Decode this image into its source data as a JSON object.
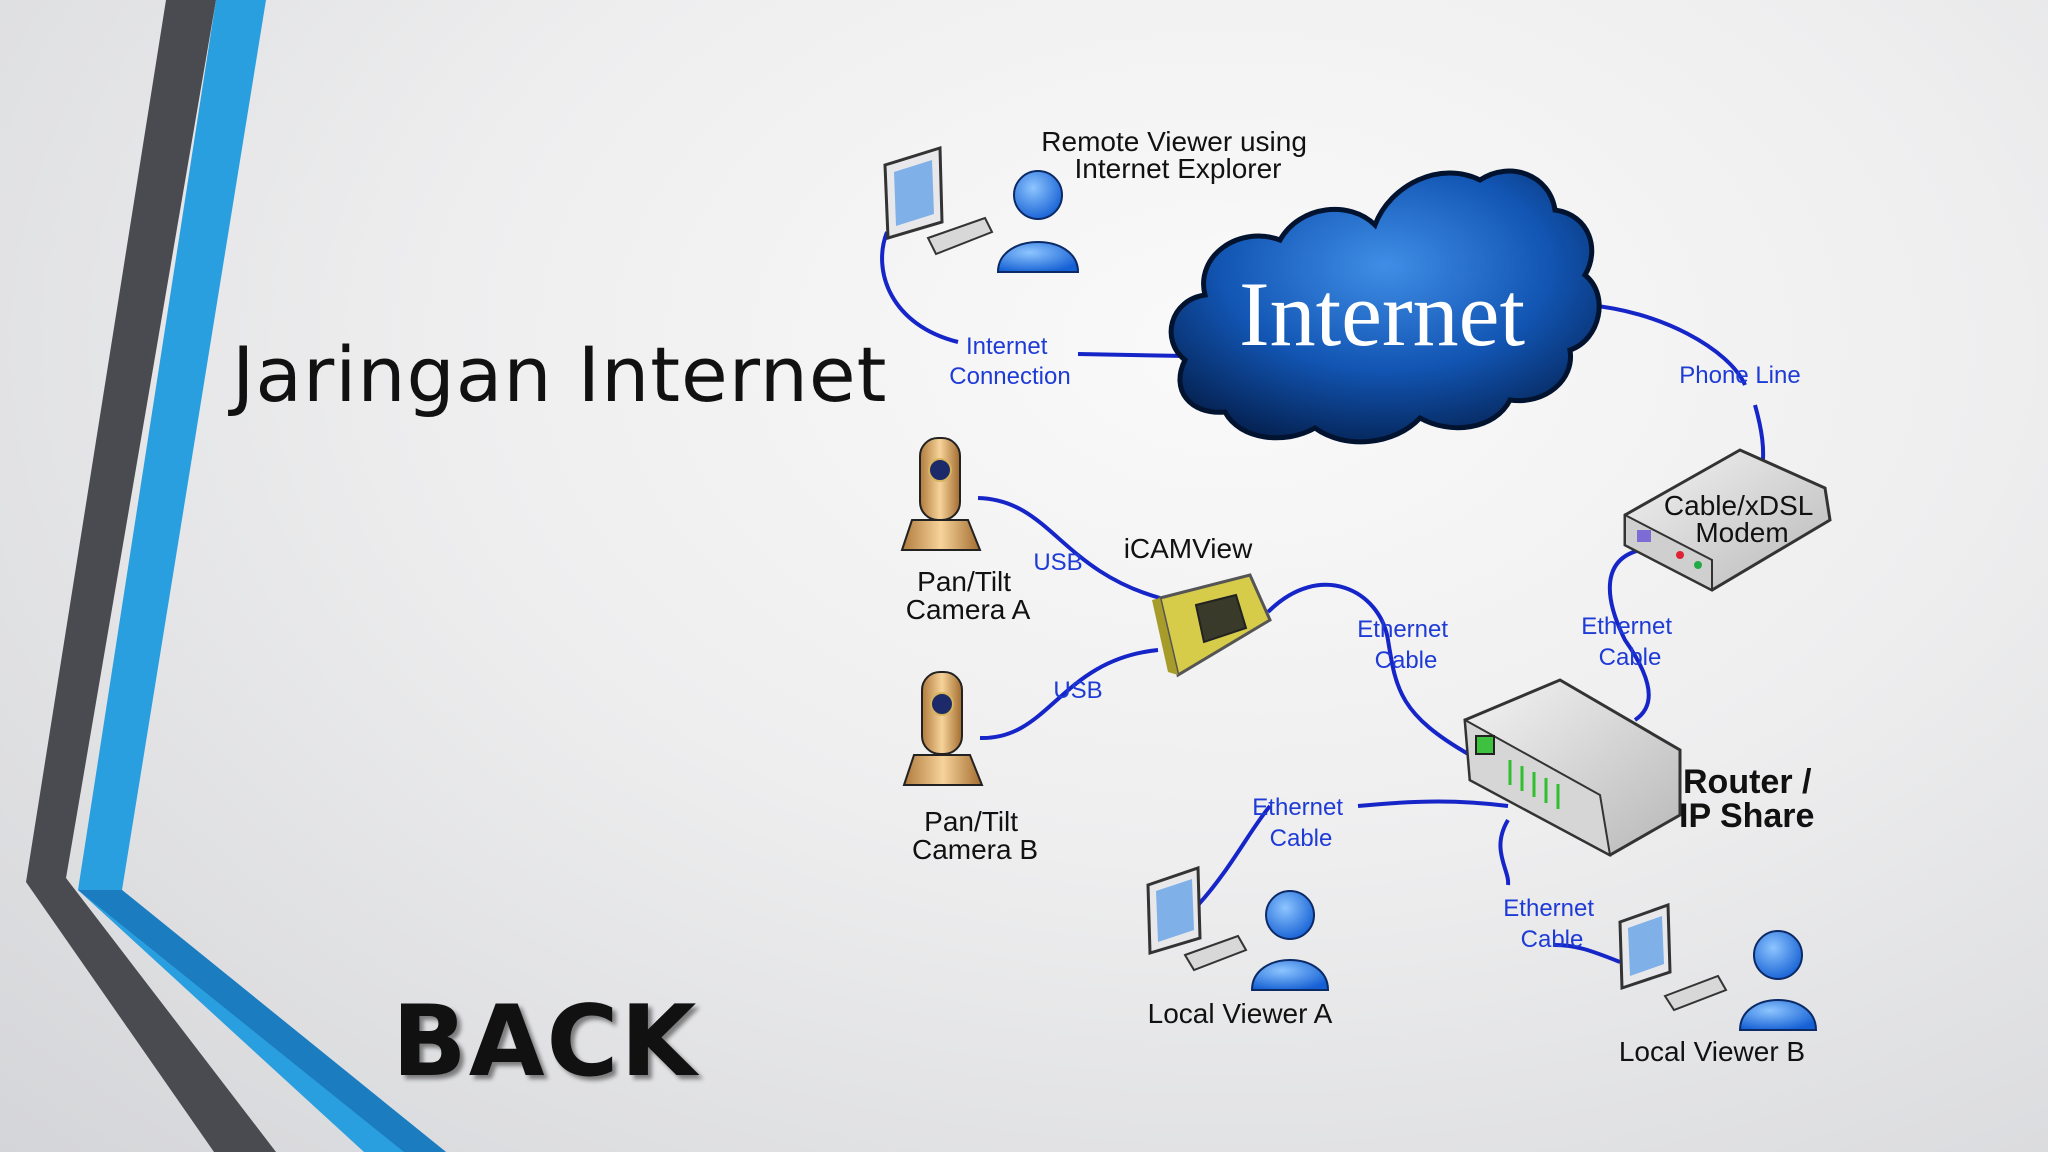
{
  "slide": {
    "title": "Jaringan Internet",
    "back_label": "BACK"
  },
  "diagram": {
    "cloud_label": "Internet",
    "remote_viewer": [
      "Remote Viewer using",
      "Internet Explorer"
    ],
    "internet_connection": [
      "Internet",
      "Connection"
    ],
    "phone_line": "Phone Line",
    "modem": [
      "Cable/xDSL",
      "Modem"
    ],
    "icamview": "iCAMView",
    "usb_a": "USB",
    "usb_b": "USB",
    "camera_a": [
      "Pan/Tilt",
      "Camera A"
    ],
    "camera_b": [
      "Pan/Tilt",
      "Camera B"
    ],
    "eth_icam": [
      "Ethernet",
      "Cable"
    ],
    "eth_modem": [
      "Ethernet",
      "Cable"
    ],
    "router": [
      "Router /",
      "IP Share"
    ],
    "eth_viewer_a": [
      "Ethernet",
      "Cable"
    ],
    "eth_viewer_b": [
      "Ethernet",
      "Cable"
    ],
    "local_viewer_a": "Local Viewer A",
    "local_viewer_b": "Local Viewer B"
  },
  "colors": {
    "accent_blue": "#2a9fe0",
    "stripe_dark": "#48494d",
    "cable": "#1525c8",
    "cloud": "#0f3f8a",
    "label_blue": "#1f3bd6"
  }
}
